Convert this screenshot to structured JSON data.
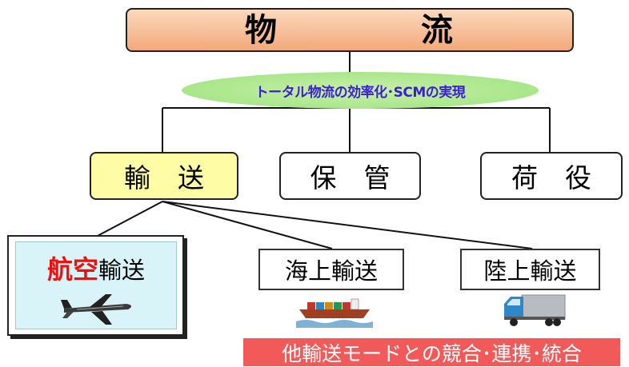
{
  "root": {
    "char1": "物",
    "char2": "流"
  },
  "theme": "トータル物流の効率化･SCMの実現",
  "functions": [
    {
      "char1": "輸",
      "char2": "送"
    },
    {
      "char1": "保",
      "char2": "管"
    },
    {
      "char1": "荷",
      "char2": "役"
    }
  ],
  "modes": {
    "air": {
      "highlight": "航空",
      "rest": "輸送"
    },
    "sea": "海上輸送",
    "land": "陸上輸送"
  },
  "banner": "他輸送モードとの競合･連携･統合",
  "colors": {
    "root_fill": "#f3a97a",
    "theme_fill": "#a9e68a",
    "theme_text": "#3a1fd6",
    "transport_fill": "#fffca6",
    "air_fill": "#d8f4f8",
    "air_highlight": "#ee1111",
    "banner_fill": "#f25a5a"
  },
  "icons": [
    "airplane-icon",
    "cargo-ship-icon",
    "truck-icon"
  ]
}
